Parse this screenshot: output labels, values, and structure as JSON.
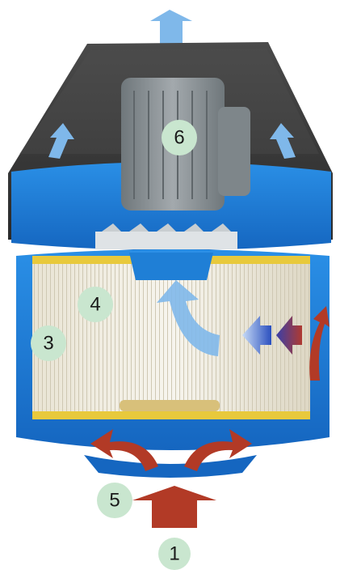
{
  "diagram": {
    "callouts": [
      {
        "label": "1",
        "part": "inlet-airflow"
      },
      {
        "label": "3",
        "part": "filter-housing"
      },
      {
        "label": "4",
        "part": "filter-cartridge"
      },
      {
        "label": "5",
        "part": "inlet-diffuser"
      },
      {
        "label": "6",
        "part": "fan-motor"
      }
    ],
    "colors": {
      "housing_blue": "#1f7fd6",
      "hood_dark": "#3a3a3a",
      "motor_gray": "#8c9397",
      "arrow_red": "#b23a26",
      "arrow_light_blue": "#7fb8ea",
      "badge_green": "#c9e6cf",
      "gasket_yellow": "#e8c93c"
    }
  }
}
